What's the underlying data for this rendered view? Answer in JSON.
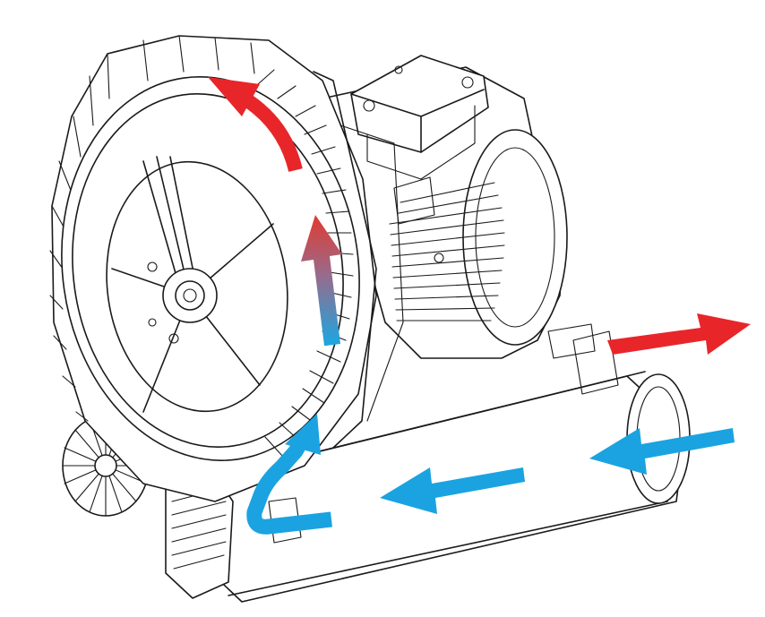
{
  "figure": {
    "subject": "side-channel-blower-airflow",
    "colors": {
      "line": "#1a1a1a",
      "background": "#ffffff",
      "hot_air": "#e8262a",
      "cold_air": "#1aa3e0",
      "gradient_top": "#e23a2f",
      "gradient_bottom": "#1aa7e1"
    },
    "arrows": [
      {
        "id": "outlet-flow",
        "color": "hot_air",
        "direction": "right"
      },
      {
        "id": "inlet-flow-right",
        "color": "cold_air",
        "direction": "left"
      },
      {
        "id": "inlet-flow-middle",
        "color": "cold_air",
        "direction": "left"
      },
      {
        "id": "intake-u-turn",
        "color": "cold_air",
        "direction": "up"
      },
      {
        "id": "impeller-heating",
        "color": "gradient",
        "direction": "up"
      },
      {
        "id": "impeller-top-flow",
        "color": "hot_air",
        "direction": "up-left"
      }
    ]
  }
}
